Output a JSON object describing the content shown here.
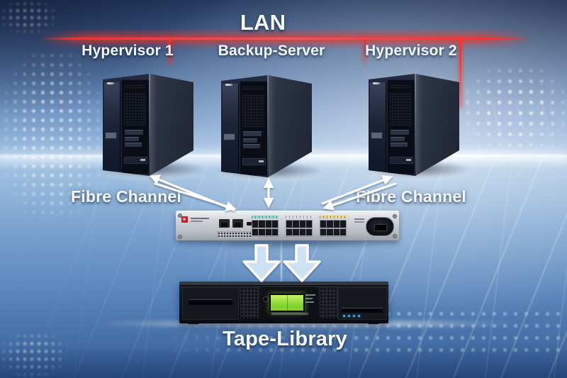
{
  "lan": {
    "label": "LAN"
  },
  "servers": [
    {
      "label": "Hypervisor 1"
    },
    {
      "label": "Backup-Server"
    },
    {
      "label": "Hypervisor 2"
    }
  ],
  "links": {
    "fibre_channel_left": "Fibre Channel",
    "fibre_channel_right": "Fibre Channel"
  },
  "tape_library": {
    "label": "Tape-Library"
  },
  "switch": {
    "port_group_colors": [
      "#8fd9cf",
      "#dcdee0",
      "#e8d68c"
    ],
    "ports_per_group": 8,
    "logo_color": "#c41f2d"
  },
  "colors": {
    "lan_line": "#ff2e24",
    "arrow": "#ffffff",
    "arrow_fill": "#d6e8f8",
    "lcd": "#7fd32a",
    "lcd_light": "#c9f06a",
    "led_blue": "#45b1ea",
    "background_top": "#243a5f",
    "background_light": "#cfe2f4",
    "floor_bottom": "#2e5590"
  }
}
